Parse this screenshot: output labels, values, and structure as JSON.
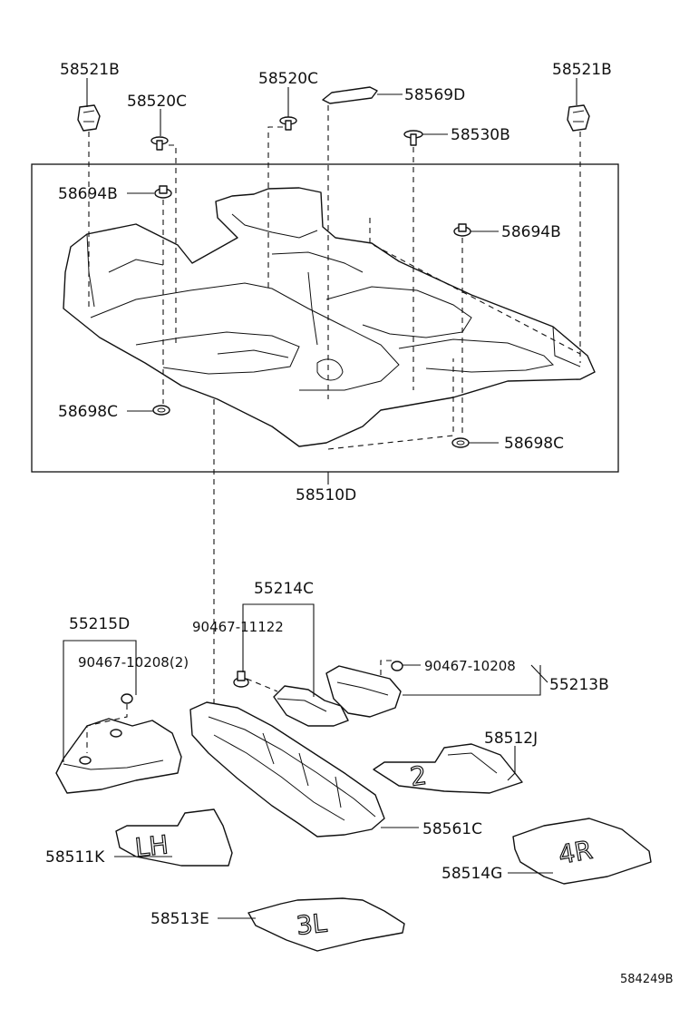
{
  "labels": {
    "p58521B_left": "58521B",
    "p58520C_left": "58520C",
    "p58520C_mid": "58520C",
    "p58569D": "58569D",
    "p58521B_right": "58521B",
    "p58530B": "58530B",
    "p58694B_left": "58694B",
    "p58694B_right": "58694B",
    "p58698C_left": "58698C",
    "p58698C_right": "58698C",
    "p58510D": "58510D",
    "p55214C": "55214C",
    "p90467_11122": "90467-11122",
    "p55215D": "55215D",
    "p90467_10208_2": "90467-10208(2)",
    "p90467_10208": "90467-10208",
    "p55213B": "55213B",
    "p58512J": "58512J",
    "p58561C": "58561C",
    "p58511K": "58511K",
    "p58514G": "58514G",
    "p58513E": "58513E"
  },
  "mat_markings": {
    "front_left": "LH",
    "front_right": "2",
    "rear_right": "4R",
    "rear_left": "3L"
  },
  "diagram_code": "584249B"
}
